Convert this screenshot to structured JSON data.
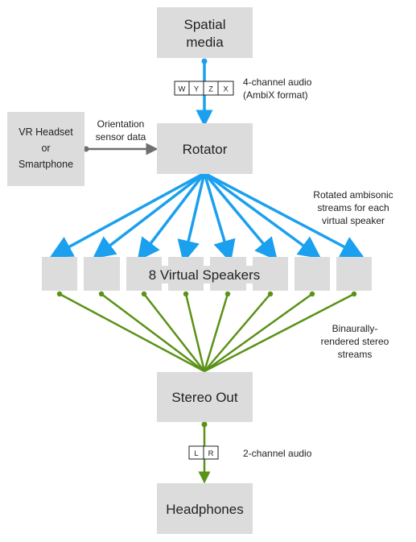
{
  "nodes": {
    "spatial_media": [
      "Spatial",
      "media"
    ],
    "vr_headset": [
      "VR Headset",
      "or",
      "Smartphone"
    ],
    "rotator": "Rotator",
    "virtual_speakers": "8 Virtual Speakers",
    "stereo_out": "Stereo Out",
    "headphones": "Headphones"
  },
  "channels_in": [
    "W",
    "Y",
    "Z",
    "X"
  ],
  "channels_out": [
    "L",
    "R"
  ],
  "annotations": {
    "input_audio": [
      "4-channel audio",
      "(AmbiX format)"
    ],
    "orientation": [
      "Orientation",
      "sensor data"
    ],
    "rotated": [
      "Rotated ambisonic",
      "streams for each",
      "virtual speaker"
    ],
    "binaural": [
      "Binaurally-",
      "rendered stereo",
      "streams"
    ],
    "output_audio": "2-channel audio"
  },
  "speaker_count": 8,
  "colors": {
    "box": "#dcdcdc",
    "ambisonic_arrow": "#1aa0ee",
    "binaural_line": "#5a9216",
    "sensor_arrow": "#6f6f6f"
  }
}
